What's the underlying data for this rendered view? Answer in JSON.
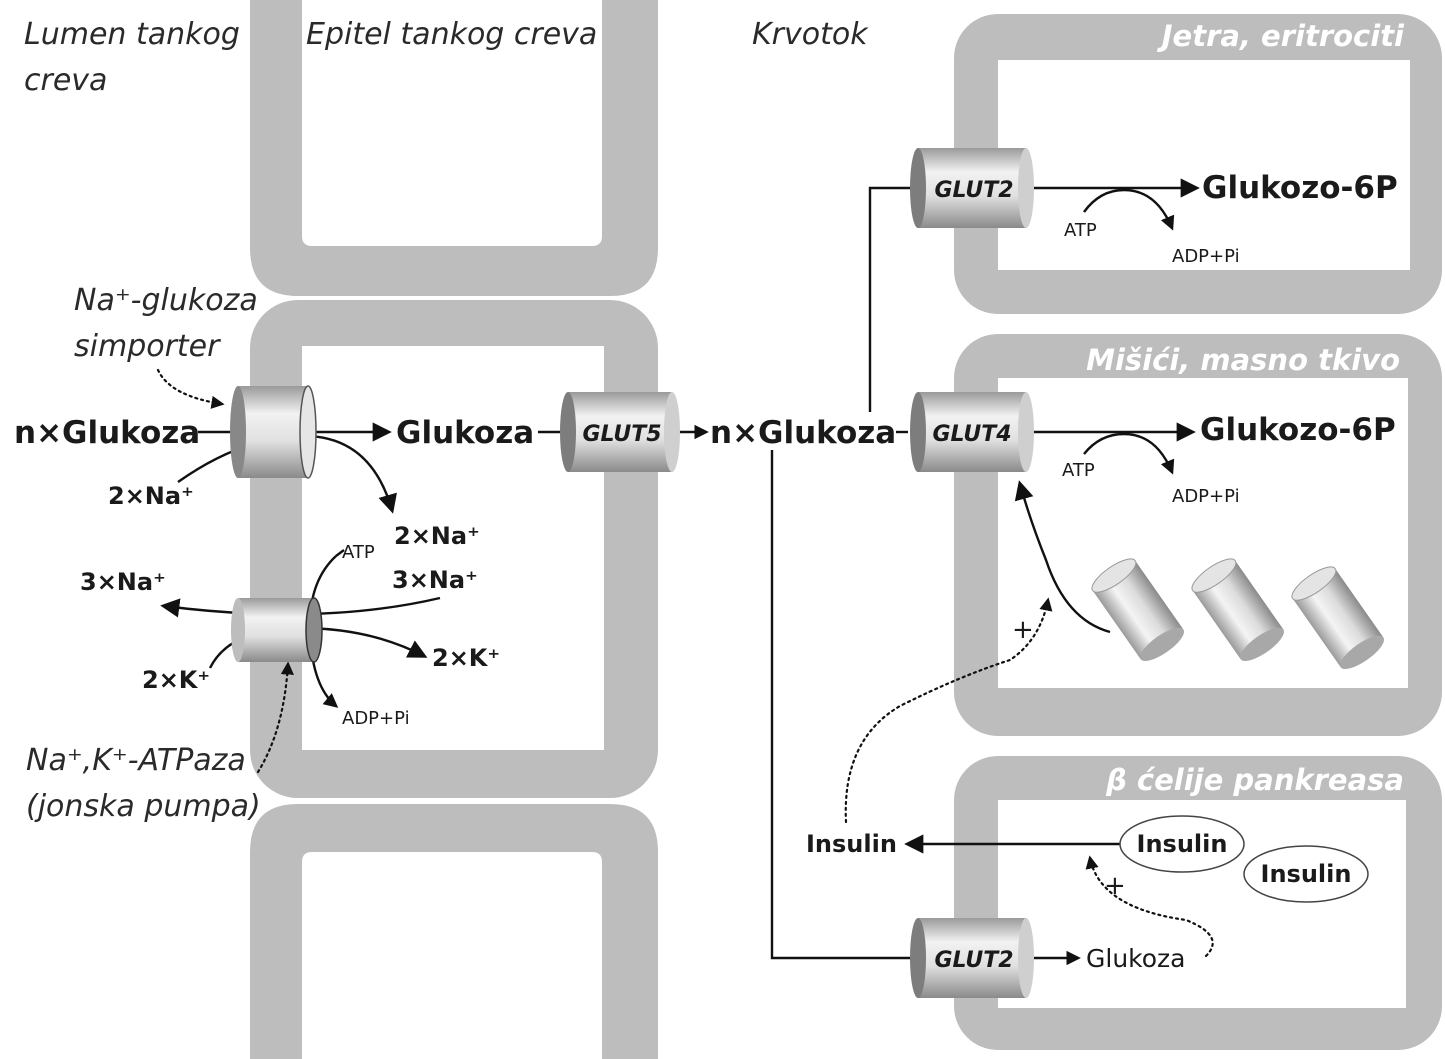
{
  "regions": {
    "lumen_line1": "Lumen tankog",
    "lumen_line2": "creva",
    "epithelium": "Epitel tankog creva",
    "bloodstream": "Krvotok"
  },
  "boxes": {
    "liver": "Jetra, eritrociti",
    "muscle": "Mišići, masno tkivo",
    "pancreas": "β ćelije pankreasa"
  },
  "transporters": {
    "symporter_line1": "Na⁺-glukoza",
    "symporter_line2": "simporter",
    "pump_line1": "Na⁺,K⁺-ATPaza",
    "pump_line2": "(jonska pumpa)",
    "glut5": "GLUT5",
    "glut2_liver": "GLUT2",
    "glut4": "GLUT4",
    "glut2_pancreas": "GLUT2"
  },
  "molecules": {
    "lumen_glucose": "n×Glukoza",
    "cell_glucose": "Glukoza",
    "blood_glucose": "n×Glukoza",
    "liver_product": "Glukozo-6P",
    "muscle_product": "Glukozo-6P",
    "pancreas_glucose": "Glukoza",
    "insulin_out": "Insulin",
    "insulin_granule1": "Insulin",
    "insulin_granule2": "Insulin"
  },
  "ions": {
    "na_in_lumen": "2×Na⁺",
    "na_in_cell": "2×Na⁺",
    "na_out_lumen": "3×Na⁺",
    "na_out_cell": "3×Na⁺",
    "k_lumen": "2×K⁺",
    "k_cell": "2×K⁺"
  },
  "energy": {
    "pump_atp": "ATP",
    "pump_adp": "ADP+Pi",
    "liver_atp": "ATP",
    "liver_adp": "ADP+Pi",
    "muscle_atp": "ATP",
    "muscle_adp": "ADP+Pi"
  },
  "signs": {
    "muscle_plus": "+",
    "pancreas_plus": "+"
  }
}
